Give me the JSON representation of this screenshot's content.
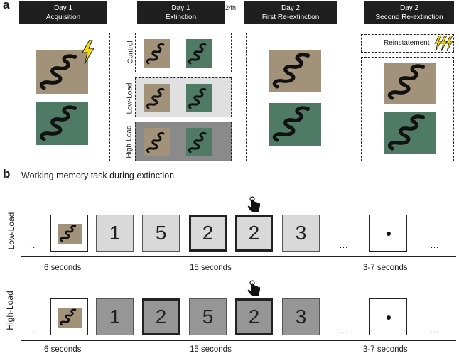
{
  "panel_a": {
    "letter": "a",
    "gap_label": "24h",
    "days": [
      {
        "title": "Day 1",
        "subtitle": "Acquisition"
      },
      {
        "title": "Day 1",
        "subtitle": "Extinction"
      },
      {
        "title": "Day 2",
        "subtitle": "First Re-extinction"
      },
      {
        "title": "Day 2",
        "subtitle": "Second Re-extinction"
      }
    ],
    "extinction_groups": [
      "Control",
      "Low-Load",
      "High-Load"
    ],
    "reinstatement_label": "Reinstatement"
  },
  "panel_b": {
    "letter": "b",
    "title": "Working memory task during extinction",
    "rows": [
      {
        "label": "Low-Load",
        "digits": [
          "1",
          "5",
          "2",
          "2",
          "3"
        ]
      },
      {
        "label": "High-Load",
        "digits": [
          "1",
          "2",
          "5",
          "2",
          "3"
        ]
      }
    ],
    "ellipsis": "...",
    "durations": [
      "6 seconds",
      "15 seconds",
      "3-7 seconds"
    ]
  },
  "colors": {
    "header_bg": "#1f1f1f",
    "image_brown": "#a3927a",
    "image_green": "#4f7a66",
    "low_load_box": "#d9d9d9",
    "high_load_box": "#969696",
    "shock": "#f5d90a"
  }
}
